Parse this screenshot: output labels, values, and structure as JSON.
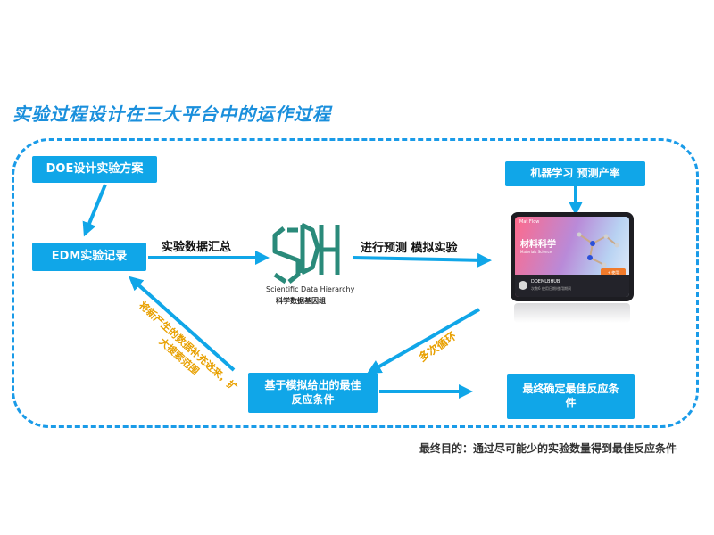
{
  "title": "实验过程设计在三大平台中的运作过程",
  "boxes": {
    "doe": "DOE设计实验方案",
    "edm": "EDM实验记录",
    "ml": "机器学习  预测产率",
    "best_sim": "基于模拟给出的最佳反应条件",
    "final": "最终确定最佳反应条件"
  },
  "arrows": {
    "summary": "实验数据汇总",
    "predict": "进行预测  模拟实验",
    "cycles": "多次循环",
    "feedback": "将新产生的数据补充进来，扩大搜索范围"
  },
  "logo": {
    "caption_en": "Scientific Data Hierarchy",
    "caption_zh": "科学数据基因组"
  },
  "tablet": {
    "app_name": "材料科学",
    "app_subtitle": "Materials Science",
    "top_label": "Mat Flow",
    "button_label": "+ 使用",
    "user_name": "DOEMLBHUB",
    "user_sub": "次数6  使用日期/使用期间"
  },
  "footer": "最终目的：通过尽可能少的实验数量得到最佳反应条件",
  "colors": {
    "accent": "#10a6e8",
    "logo": "#2a8a7a",
    "orange": "#e8a000"
  }
}
